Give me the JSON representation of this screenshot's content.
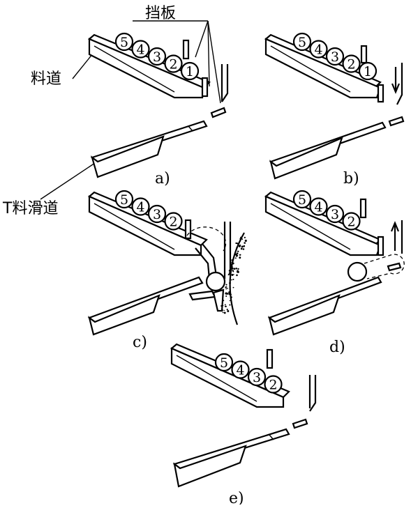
{
  "annotations": {
    "baffle": "挡板",
    "chute": "料道",
    "t_chute": "T料滑道"
  },
  "panels": [
    {
      "id": "a",
      "label": "a)",
      "balls": [
        "5",
        "4",
        "3",
        "2",
        "1"
      ]
    },
    {
      "id": "b",
      "label": "b)",
      "balls": [
        "5",
        "4",
        "3",
        "2",
        "1"
      ]
    },
    {
      "id": "c",
      "label": "c)",
      "balls": [
        "5",
        "4",
        "3",
        "2"
      ]
    },
    {
      "id": "d",
      "label": "d)",
      "balls": [
        "5",
        "4",
        "3",
        "2"
      ]
    },
    {
      "id": "e",
      "label": "e)",
      "balls": [
        "5",
        "4",
        "3",
        "2"
      ]
    }
  ]
}
